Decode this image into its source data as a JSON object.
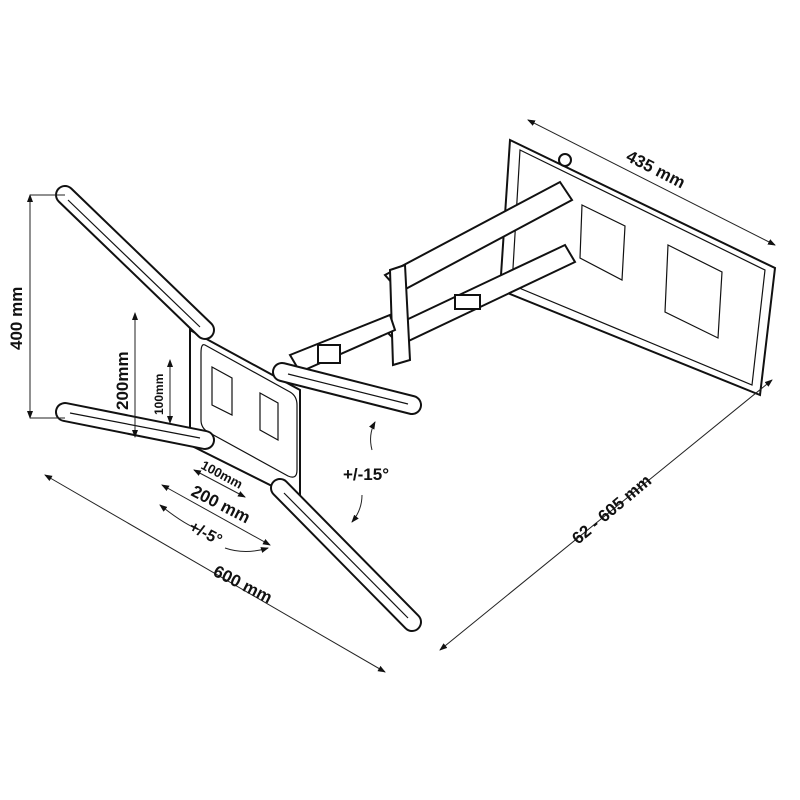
{
  "diagram": {
    "labels": {
      "wall_plate_width": "435 mm",
      "bracket_height": "400 mm",
      "vesa_200_vertical": "200mm",
      "vesa_100_vertical": "100mm",
      "vesa_100_horizontal": "100mm",
      "vesa_200_horizontal": "200 mm",
      "swivel": "+/-5°",
      "bracket_width": "600 mm",
      "tilt": "+/-15°",
      "extension": "62 - 605 mm"
    }
  }
}
